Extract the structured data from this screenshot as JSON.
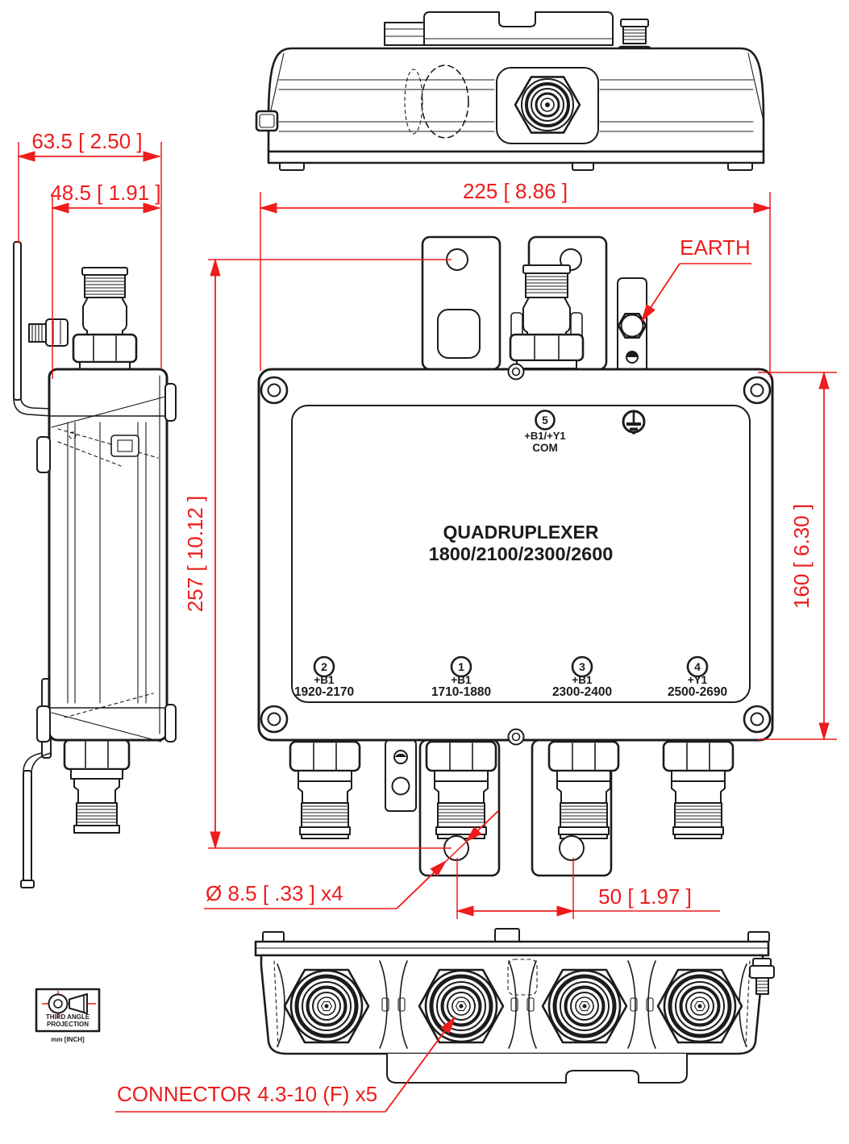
{
  "colors": {
    "dimension_red": "#ee1c1c",
    "line_black": "#1c1c1c"
  },
  "dimensions": {
    "overall_depth": "63.5 [ 2.50 ]",
    "bracket_depth": "48.5 [ 1.91 ]",
    "overall_width": "225 [ 8.86 ]",
    "mounting_height": "257 [ 10.12 ]",
    "body_height": "160 [ 6.30 ]",
    "mounting_hole": "Ø 8.5 [ .33 ]  x4",
    "hole_spacing": "50 [ 1.97 ]"
  },
  "callouts": {
    "earth": "EARTH",
    "connectors": "CONNECTOR 4.3-10 (F) x5"
  },
  "front_panel": {
    "title_line1": "QUADRUPLEXER",
    "title_line2": "1800/2100/2300/2600",
    "ports": [
      {
        "num": "5",
        "band": "+B1/+Y1",
        "range": "COM"
      },
      {
        "num": "2",
        "band": "+B1",
        "range": "1920-2170"
      },
      {
        "num": "1",
        "band": "+B1",
        "range": "1710-1880"
      },
      {
        "num": "3",
        "band": "+B1",
        "range": "2300-2400"
      },
      {
        "num": "4",
        "band": "+Y1",
        "range": "2500-2690"
      }
    ]
  },
  "projection": {
    "line1": "THIRD ANGLE",
    "line2": "PROJECTION",
    "units": "mm [INCH]"
  }
}
